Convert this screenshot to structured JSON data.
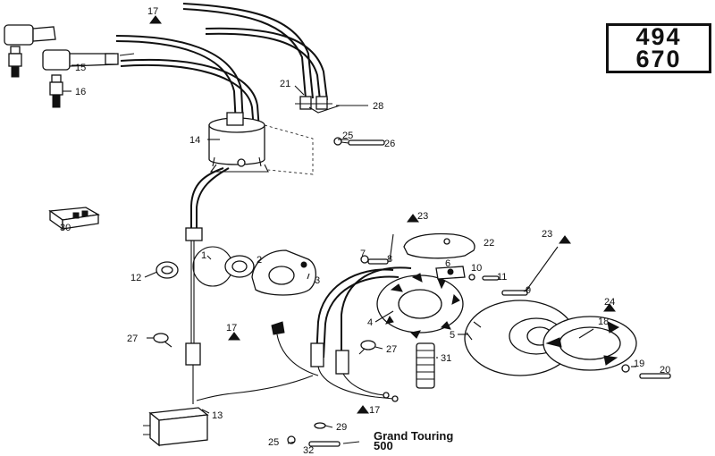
{
  "models": [
    "494",
    "670"
  ],
  "variant_note": {
    "line1": "Grand Touring",
    "line2": "500"
  },
  "callouts": {
    "n1": "1",
    "n2": "2",
    "n3": "3",
    "n4": "4",
    "n5": "5",
    "n6": "6",
    "n7": "7",
    "n8": "8",
    "n9": "9",
    "n10": "10",
    "n11": "11",
    "n12": "12",
    "n13": "13",
    "n14": "14",
    "n15": "15",
    "n16": "16",
    "n17": "17",
    "n18": "18",
    "n19": "19",
    "n20": "20",
    "n21": "21",
    "n22": "22",
    "n23": "23",
    "n24": "24",
    "n25": "25",
    "n26": "26",
    "n27": "27",
    "n28": "28",
    "n29": "29",
    "n30": "30",
    "n31": "31",
    "n32": "32"
  }
}
